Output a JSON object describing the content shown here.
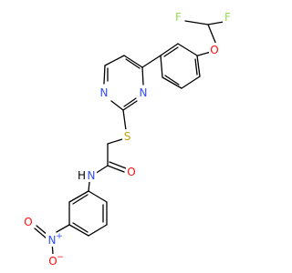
{
  "structure": {
    "colors": {
      "bond": "#000000",
      "C": "#000000",
      "H": "#000000",
      "N": "#3050f8",
      "O": "#ff0d0d",
      "S": "#c8a000",
      "F": "#90e050"
    },
    "atom_labels": {
      "F_top": "F",
      "F_left": "F",
      "O_ether": "O",
      "N_pyrimidine_upper": "N",
      "N_pyrimidine_lower": "N",
      "S_thioether": "S",
      "O_carbonyl": "O",
      "N_amide": "N",
      "H_amide": "H",
      "N_nitro": "N",
      "N_nitro_charge": "+",
      "O_nitro_double": "O",
      "O_nitro_anion": "O",
      "O_nitro_charge": "−"
    }
  }
}
